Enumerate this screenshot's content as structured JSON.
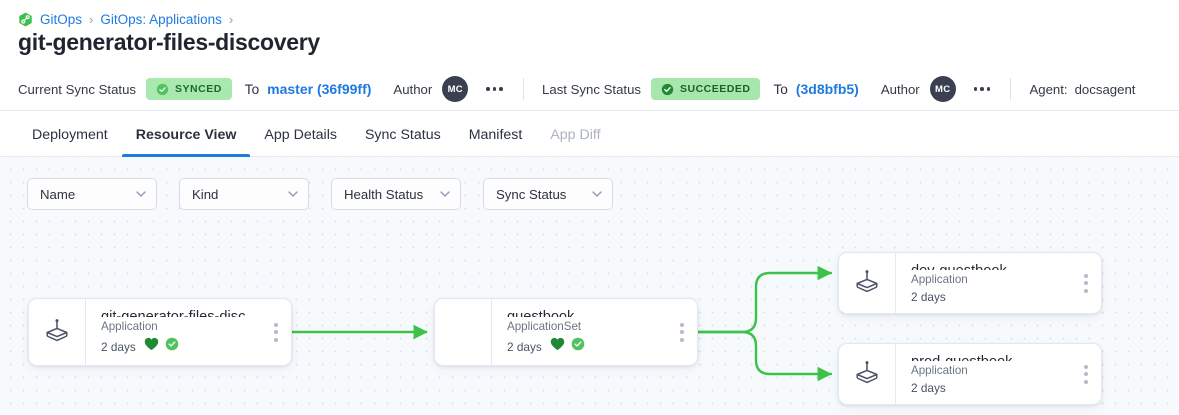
{
  "breadcrumb": {
    "icon": "gitops-hex-icon",
    "items": [
      {
        "label": "GitOps",
        "link": true
      },
      {
        "label": "GitOps: Applications",
        "link": true
      }
    ],
    "separator": "›",
    "trailing_separator": "›"
  },
  "page_title": "git-generator-files-discovery",
  "statusbar": {
    "current_sync_label": "Current Sync Status",
    "current_sync_badge": "SYNCED",
    "current_to_label": "To",
    "current_revision": "master (36f99ff)",
    "current_author_label": "Author",
    "current_author_initials": "MC",
    "last_sync_label": "Last Sync Status",
    "last_sync_badge": "SUCCEEDED",
    "last_to_label": "To",
    "last_revision": "(3d8bfb5)",
    "last_author_label": "Author",
    "last_author_initials": "MC",
    "agent_label": "Agent:",
    "agent_value": "docsagent",
    "kebab": "•••"
  },
  "tabs": [
    {
      "label": "Deployment",
      "active": false,
      "disabled": false
    },
    {
      "label": "Resource View",
      "active": true,
      "disabled": false
    },
    {
      "label": "App Details",
      "active": false,
      "disabled": false
    },
    {
      "label": "Sync Status",
      "active": false,
      "disabled": false
    },
    {
      "label": "Manifest",
      "active": false,
      "disabled": false
    },
    {
      "label": "App Diff",
      "active": false,
      "disabled": true
    }
  ],
  "filters": [
    {
      "label": "Name"
    },
    {
      "label": "Kind"
    },
    {
      "label": "Health Status"
    },
    {
      "label": "Sync Status"
    }
  ],
  "graph": {
    "nodes": [
      {
        "id": "root",
        "title": "git-generator-files-disco…",
        "kind": "Application",
        "age": "2 days",
        "icon": "argo-application-icon",
        "health": "healthy-heart-icon",
        "sync": "synced-check-icon",
        "show_status": true
      },
      {
        "id": "appset",
        "title": "guestbook",
        "kind": "ApplicationSet",
        "age": "2 days",
        "icon": "",
        "health": "healthy-heart-icon",
        "sync": "synced-check-icon",
        "show_status": true
      },
      {
        "id": "dev",
        "title": "dev-guestbook",
        "kind": "Application",
        "age": "2 days",
        "icon": "argo-application-icon",
        "health": "",
        "sync": "",
        "show_status": false
      },
      {
        "id": "prod",
        "title": "prod-guestbook",
        "kind": "Application",
        "age": "2 days",
        "icon": "argo-application-icon",
        "health": "",
        "sync": "",
        "show_status": false
      }
    ]
  },
  "colors": {
    "accent_blue": "#1f7ae0",
    "edge_green": "#3cc24a",
    "badge_green_bg": "#a9e8ae",
    "badge_green_text": "#1d6b29",
    "health_green": "#1f8a34",
    "sync_green": "#52c15f",
    "canvas_bg": "#f7fafd",
    "dot_color": "#d7e1ec",
    "avatar_bg": "#3b4050"
  }
}
